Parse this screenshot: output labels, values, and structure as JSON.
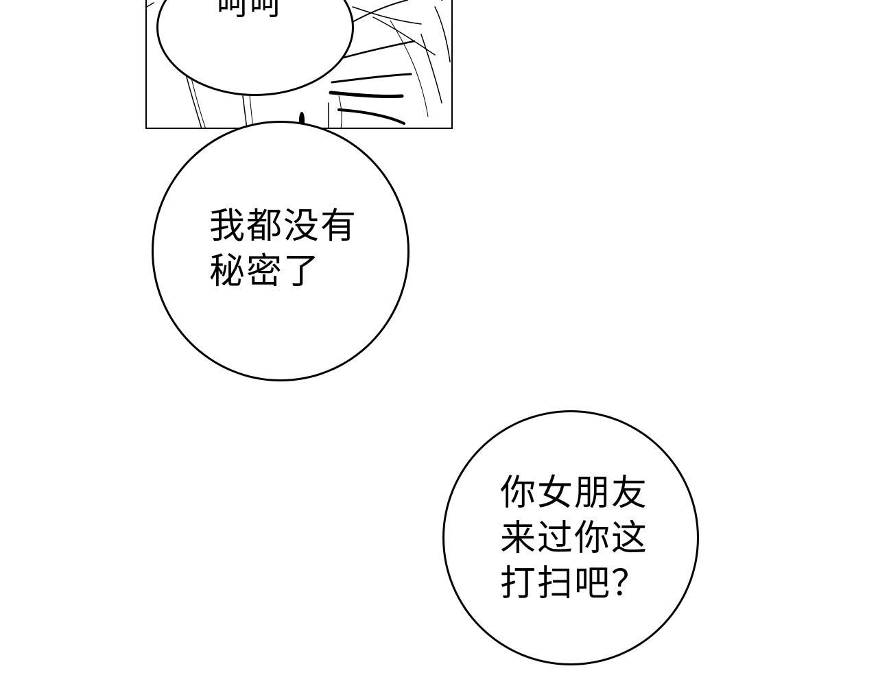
{
  "bubbles": {
    "top": {
      "lines": [
        "呵呵"
      ]
    },
    "middle": {
      "lines": [
        "我都没有",
        "秘密了"
      ]
    },
    "bottom": {
      "lines": [
        "你女朋友",
        "来过你这",
        "打扫吧？"
      ]
    }
  },
  "colors": {
    "ink": "#000000",
    "paper": "#ffffff"
  }
}
